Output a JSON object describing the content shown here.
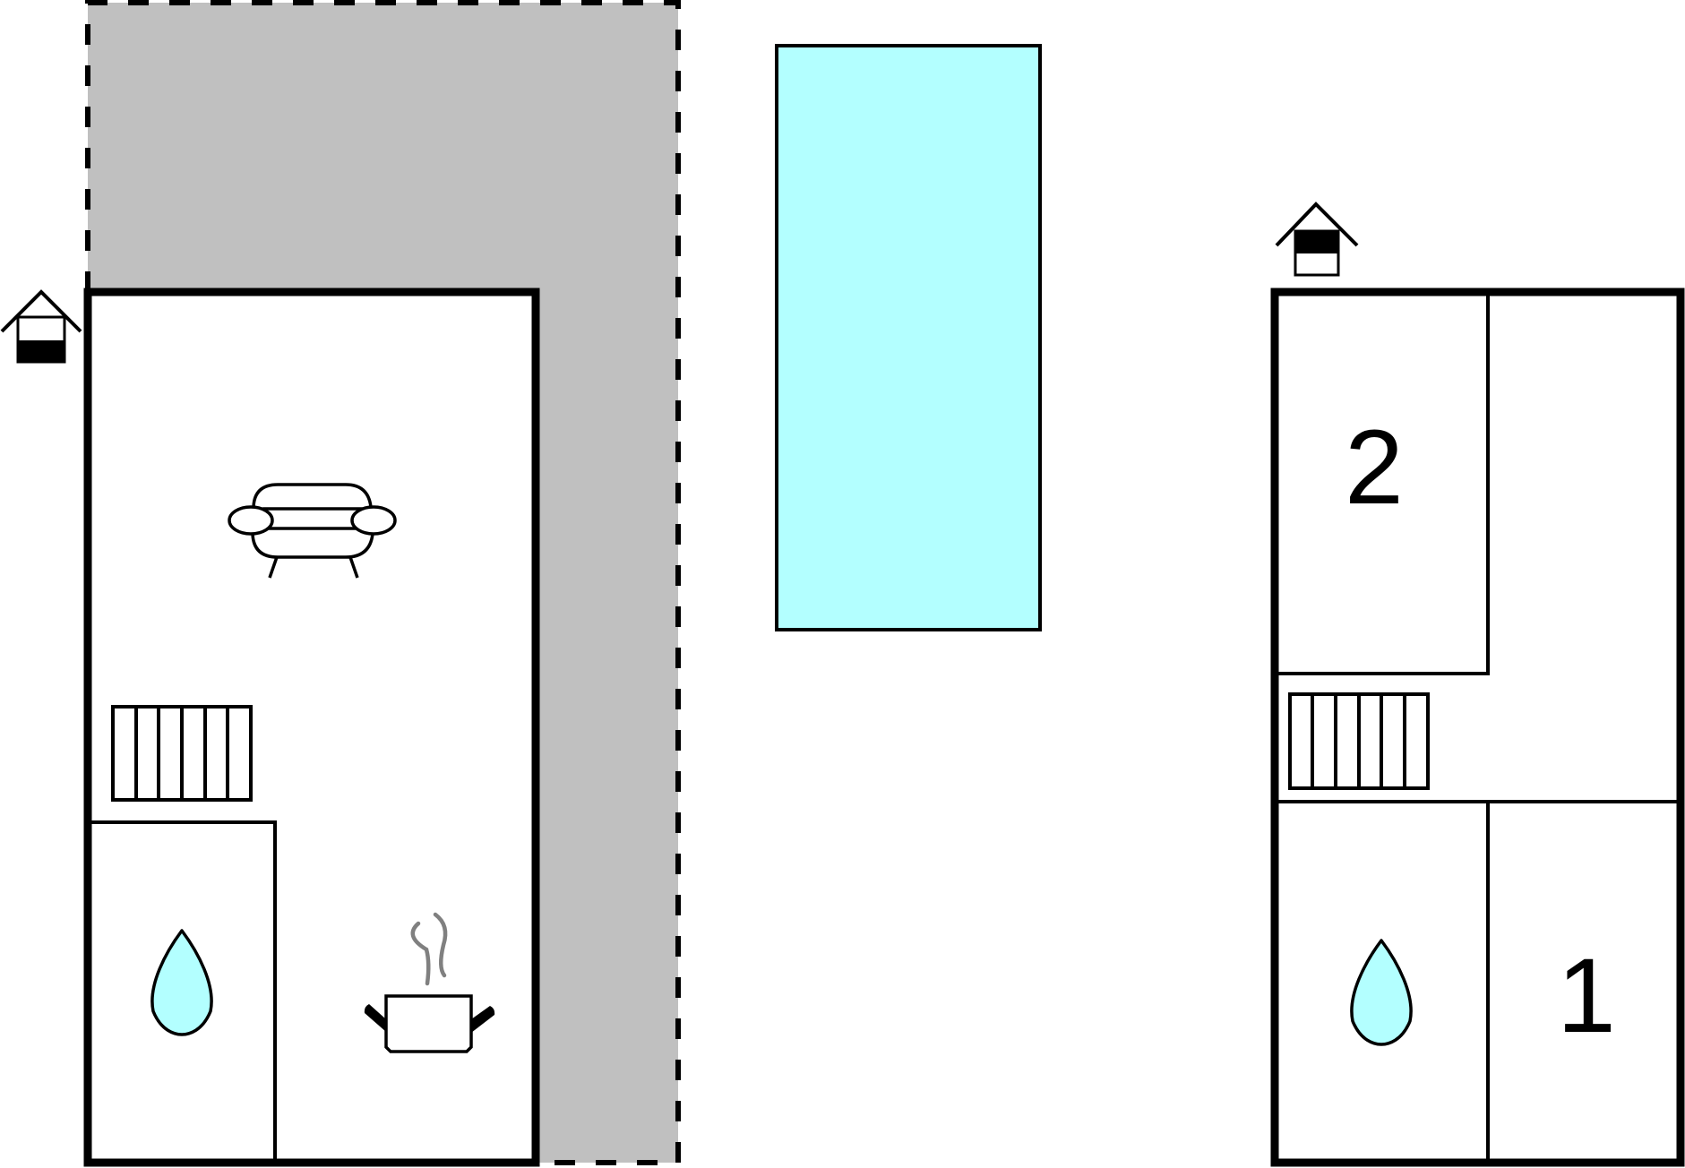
{
  "colors": {
    "wall": "#000000",
    "terrace": "#c0c0c0",
    "pool": "#b3ffff",
    "water_drop": "#b3ffff",
    "steam": "#808080",
    "background": "#ffffff"
  },
  "ground_floor": {
    "floor_icon": "house-ground-floor-icon",
    "rooms": [
      {
        "name": "living-area",
        "icon": "sofa-icon"
      },
      {
        "name": "bathroom",
        "icon": "water-drop-icon"
      },
      {
        "name": "kitchen",
        "icon": "cooking-pot-icon"
      }
    ],
    "stairs_icon": "stairs-icon"
  },
  "upper_floor": {
    "floor_icon": "house-upper-floor-icon",
    "rooms": [
      {
        "name": "bedroom-2",
        "label": "2"
      },
      {
        "name": "bathroom",
        "icon": "water-drop-icon"
      },
      {
        "name": "bedroom-1",
        "label": "1"
      }
    ],
    "stairs_icon": "stairs-icon"
  },
  "outdoor": {
    "terrace": "terrace",
    "pool": "swimming-pool"
  }
}
